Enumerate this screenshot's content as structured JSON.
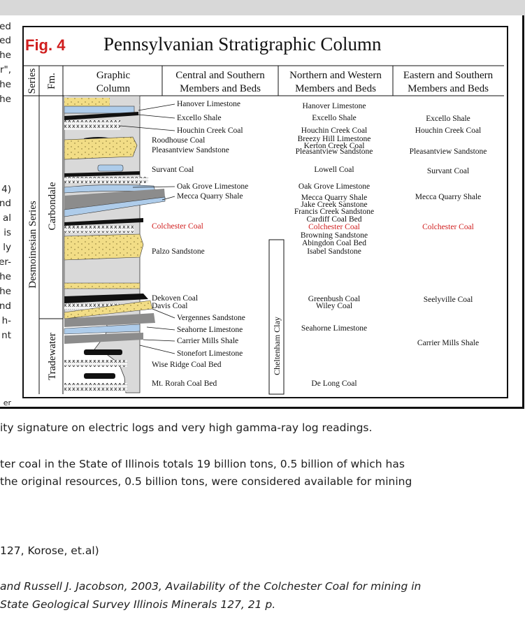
{
  "figure": {
    "label": "Fig. 4",
    "title": "Pennsylvanian Stratigraphic Column",
    "headers": {
      "series": "Series",
      "fm": "Fm.",
      "graphic": [
        "Graphic",
        "Column"
      ],
      "central": [
        "Central and Southern",
        "Members and Beds"
      ],
      "northern": [
        "Northern and Western",
        "Members and Beds"
      ],
      "eastern": [
        "Eastern and Southern",
        "Members and Beds"
      ]
    },
    "series_name": "Desmoinesian Series",
    "formations": [
      "Carbondale",
      "Tradewater"
    ],
    "cheltenham": "Cheltenham Clay",
    "central_units": [
      "Hanover Limestone",
      "Excello Shale",
      "Houchin Creek Coal",
      "Roodhouse Coal",
      "Pleasantview Sandstone",
      "Survant Coal",
      "Oak Grove Limestone",
      "Mecca Quarry Shale",
      "Colchester Coal",
      "Palzo Sandstone",
      "Dekoven Coal",
      "Davis Coal",
      "Vergennes Sandstone",
      "Seahorne Limestone",
      "Carrier Mills Shale",
      "Stonefort Limestone",
      "Wise Ridge Coal Bed",
      "Mt. Rorah Coal Bed"
    ],
    "northern_units": [
      "Hanover Limestone",
      "Excello Shale",
      "Houchin Creek Coal",
      "Breezy Hill Limestone",
      "Kerton Creek Coal",
      "Pleasantview Sandstone",
      "Lowell Coal",
      "Oak Grove Limestone",
      "Mecca Quarry Shale",
      "Jake Creek Sanstone",
      "Francis Creek Sandstone",
      "Cardiff Coal Bed",
      "Colchester Coal",
      "Browning Sandstone",
      "Abingdon Coal Bed",
      "Isabel Sandstone",
      "Greenbush Coal",
      "Wiley Coal",
      "Seahorne Limestone",
      "De Long Coal"
    ],
    "eastern_units": [
      "Excello Shale",
      "Houchin Creek Coal",
      "Pleasantview Sandstone",
      "Survant Coal",
      "Mecca Quarry Shale",
      "Colchester Coal",
      "Seelyville Coal",
      "Carrier Mills Shale"
    ]
  },
  "left_fragments": [
    "ed",
    "ed",
    "he",
    "r\",",
    "he",
    "he",
    "4)",
    "nd",
    "al",
    "is",
    "ly",
    "er-",
    "he",
    "he",
    "nd",
    "h-",
    "nt",
    "er"
  ],
  "body": {
    "line1": "ity signature on electric logs and very high gamma-ray log readings.",
    "line2": "ter coal in the State of Illinois totals 19 billion tons, 0.5 billion of which has",
    "line3": "the original resources, 0.5 billion tons, were considered available for mining",
    "ref1": "127, Korose, et.al)",
    "cite1": " and Russell J. Jacobson, 2003, Availability of the Colchester Coal for mining in",
    "cite2": "State Geological Survey Illinois Minerals 127, 21 p."
  },
  "colors": {
    "highlight": "#d01e1e",
    "sand": "#f2dd86",
    "lime": "#aeccea",
    "shale": "#8c8c8c",
    "coal": "#111111"
  }
}
